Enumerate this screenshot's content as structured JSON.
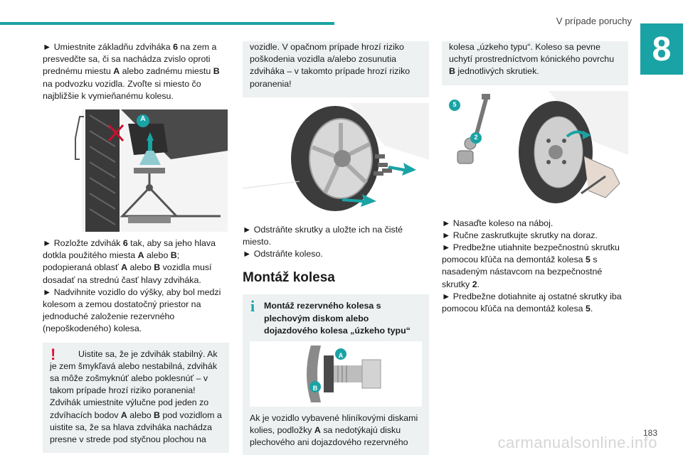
{
  "header": {
    "title": "V prípade poruchy",
    "chapter": "8",
    "page_number": "183"
  },
  "watermark": "carmanualsonline.info",
  "col1": {
    "p1": [
      "► Umiestnite základňu zdviháka ",
      "6",
      " na zem a presvedčte sa, či sa nachádza zvislo oproti prednému miestu ",
      "A",
      " alebo zadnému miestu ",
      "B",
      " na podvozku vozidla. Zvoľte si miesto čo najbližšie k vymieňanému kolesu."
    ],
    "fig_label": "A",
    "p2": [
      "► Rozložte zdvihák ",
      "6",
      " tak, aby sa jeho hlava dotkla použitého miesta ",
      "A",
      " alebo ",
      "B",
      "; podopieraná oblasť ",
      "A",
      " alebo ",
      "B",
      " vozidla musí dosadať na strednú časť hlavy zdviháka."
    ],
    "p3": "► Nadvihnite vozidlo do výšky, aby bol medzi kolesom a zemou dostatočný priestor na jednoduché založenie rezervného (nepoškodeného) kolesa.",
    "warning": [
      "Uistite sa, že je zdvihák stabilný. Ak je zem šmykľavá alebo nestabilná, zdvihák sa môže zošmyknúť alebo poklesnúť – v takom prípade hrozí riziko poranenia! Zdvihák umiestnite výlučne pod jeden zo zdvíhacích bodov ",
      "A",
      " alebo ",
      "B",
      " pod vozidlom a uistite sa, že sa hlava zdviháka nachádza presne v strede pod styčnou plochou na"
    ]
  },
  "col2": {
    "note_cont": "vozidle. V opačnom prípade hrozí riziko poškodenia vozidla a/alebo zosunutia zdviháka – v takomto prípade hrozí riziko poranenia!",
    "p1": "► Odstráňte skrutky a uložte ich na čisté miesto.",
    "p2": "► Odstráňte koleso.",
    "section_title": "Montáž kolesa",
    "info_title": "Montáž rezervného kolesa s plechovým diskom alebo dojazdového kolesa „úzkeho typu“",
    "info_fig_labels": [
      "A",
      "B"
    ],
    "info_text": [
      "Ak je vozidlo vybavené hliníkovými diskami kolies, podložky ",
      "A",
      " sa nedotýkajú disku plechového ani dojazdového rezervného"
    ]
  },
  "col3": {
    "note_cont": [
      "kolesa „úzkeho typu“. Koleso sa pevne uchytí prostredníctvom kónického povrchu ",
      "B",
      " jednotlivých skrutiek."
    ],
    "fig_labels": [
      "5",
      "2"
    ],
    "p1": "► Nasaďte koleso na náboj.",
    "p2": "► Ručne zaskrutkujte skrutky na doraz.",
    "p3": [
      "► Predbežne utiahnite bezpečnostnú skrutku pomocou kľúča na demontáž kolesa ",
      "5",
      " s nasadeným nástavcom na bezpečnostné skrutky ",
      "2",
      "."
    ],
    "p4": [
      "► Predbežne dotiahnite aj ostatné skrutky iba pomocou kľúča na demontáž kolesa ",
      "5",
      "."
    ]
  },
  "colors": {
    "accent": "#1aa3a5",
    "warning": "#e0103a",
    "note_bg": "#eef1f2"
  }
}
